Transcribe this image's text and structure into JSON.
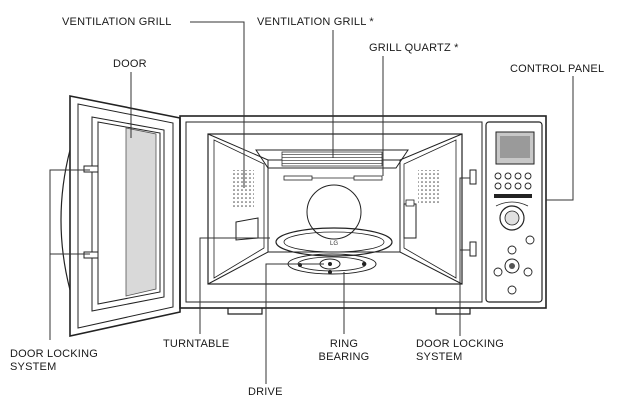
{
  "labels": {
    "ventilation_grill_left": "VENTILATION GRILL",
    "ventilation_grill_top": "VENTILATION GRILL *",
    "grill_quartz": "GRILL QUARTZ *",
    "door": "DOOR",
    "control_panel": "CONTROL PANEL",
    "door_locking_left_1": "DOOR LOCKING",
    "door_locking_left_2": "SYSTEM",
    "turntable": "TURNTABLE",
    "ring_bearing_1": "RING",
    "ring_bearing_2": "BEARING",
    "door_locking_right_1": "DOOR LOCKING",
    "door_locking_right_2": "SYSTEM",
    "drive": "DRIVE"
  }
}
